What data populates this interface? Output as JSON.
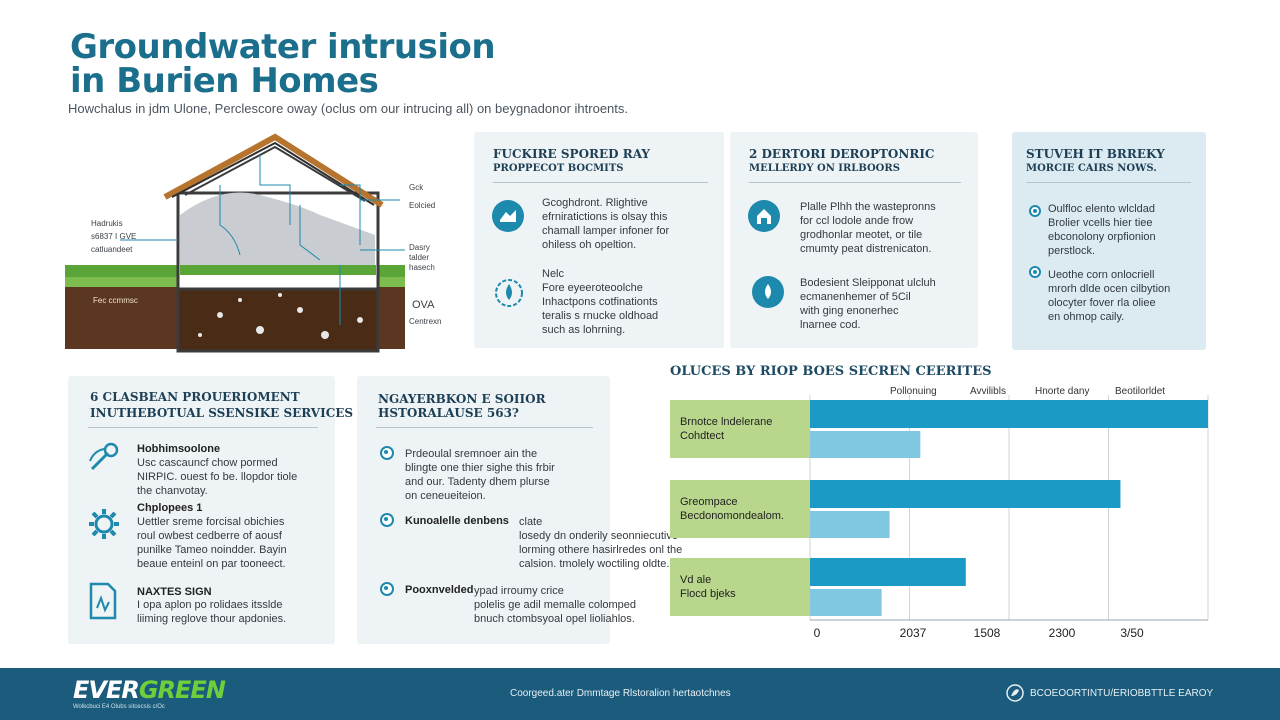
{
  "header": {
    "title_line1": "Groundwater intrusion",
    "title_line2": "in Burien Homes",
    "subtitle": "Howchalus in jdm Ulone, Perclescore oway (oclus om our intrucing all) on beygnadonor ihtroents."
  },
  "diagram": {
    "labels": [
      "Gck",
      "Eolcied",
      "Hadrukis",
      "s6837 I GVE",
      "catluandeet",
      "Dasry",
      "talder",
      "hasech",
      "Fec ccmmsc",
      "OVA",
      "Centrexn"
    ]
  },
  "panel1": {
    "heading": "FUCKIRE SPORED RAY",
    "subheading": "PROPPECOT BOCMITS",
    "item1": "Gcoghdront. Rlightive\nefrniratictions is olsay this\nchamall lamper infoner for\nohiless oh opeltion.",
    "item2_title": "Nelc",
    "item2": "Fore eyeeroteoolche\nInhactpons cotfinationts\nteralis s rnucke oldhoad\nsuch as lohrning."
  },
  "panel2": {
    "heading": "2 DERTORI DEROPTONRIC",
    "subheading": "MELLERDY ON IRLBOORS",
    "item1": "Plalle Plhh the wastepronns\nfor ccl lodole ande frow\ngrodhonlar meotet, or tile\ncmumty peat distrenicaton.",
    "item2": "Bodesient Sleipponat ulcluh\necmanenhemer of 5Cil\nwith ging enonerhec\nlnarnee cod."
  },
  "panel3": {
    "heading": "STUVEH IT BRREKY",
    "subheading": "MORCIE CAIRS NOWS.",
    "item1": "Oulfloc elento wlcldad\nBrolier vcells hier tiee\nebconolony orpfionion\nperstlock.",
    "item2": "Ueothe corn onlocriell\nmrorh dlde ocen cilbytion\nolocyter fover rla oliee\nen ohmop caily."
  },
  "services": {
    "heading_line1": "6 CLASBEAN PROUERIOMENT",
    "heading_line2": "INUTHEBOTUAL SSENSIKE SERVICES",
    "items": [
      {
        "title": "Hobhimsoolone",
        "text": "Usc cascauncf chow pormed\nNIRPIC. ouest fo be. llopdor tiole\nthe chanvotay."
      },
      {
        "title": "Chplopees 1",
        "text": "Uettler sreme forcisal obichies\nroul owbest cedberre of aousf\npunilke Tameo noindder. Bayin\nbeaue enteinl on par tooneect."
      },
      {
        "title": "NAXTES SIGN",
        "text": "I opa aplon po rolidaes itsslde\nliiming reglove thour apdonies."
      }
    ]
  },
  "history": {
    "heading_line1": "NGAYERBKON E SOIIOR",
    "heading_line2": "HSTORALAUSE 563?",
    "items": [
      {
        "title": "",
        "text": "Prdeoulal sremnoer ain the\nblingte one thier sighe this frbir\nand our. Tadenty dhem plurse\non ceneueiteion."
      },
      {
        "title": "Kunoalelle denbens",
        "text": "clate\nlosedy dn onderily seonniecutive\nlorming othere hasirlredes onl the\ncalsion. tmolely woctiling oldte."
      },
      {
        "title": "Pooxnvelded",
        "text": "ypad irroumy crice\npolelis ge adil memalle colomped\nbnuch ctombsyoal opel lioliahlos."
      }
    ]
  },
  "chart_data": {
    "type": "bar",
    "title": "OLUCES BY RIOP BOES SECREN CEERITES",
    "legend": [
      "Pollonuing",
      "Avvilibls",
      "Hnorte dany",
      "Beotilorldet"
    ],
    "categories": [
      "Brnotce lndelerane\nCohdtect",
      "Greompace\nBecdonomondealom.",
      "Vd ale\nFlocd bjeks"
    ],
    "series": [
      {
        "values": [
          3550,
          2730,
          1370
        ]
      },
      {
        "values": [
          970,
          700,
          630
        ]
      }
    ],
    "xlim": [
      0,
      3500
    ],
    "tick_labels": [
      "0",
      "2037",
      "1508",
      "2300",
      "3/50"
    ],
    "grid": true
  },
  "footer": {
    "logo_part1": "EVER",
    "logo_part2": "GREEN",
    "logo_sub": "Wolkcbuci E4 Olubs sitcecsis c/Oc",
    "center": "Coorgeed.ater Dmmtage Rlstoralion hertaotchnes",
    "right": "BCOEOORTINTU/ERIOBBTTLE EAROY"
  },
  "colors": {
    "accent": "#1b6f8c",
    "bar_dark": "#1a9ac4",
    "bar_light": "#80c8e2",
    "category_green": "#b9d78c",
    "footer": "#1b5c7c"
  }
}
